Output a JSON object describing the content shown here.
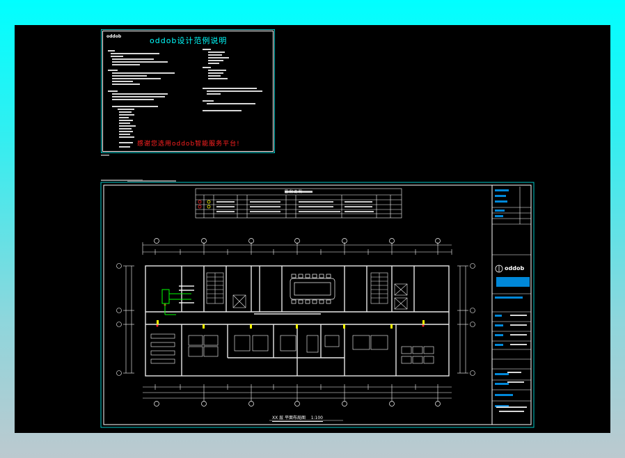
{
  "notes_sheet": {
    "title": "oddob设计范例说明",
    "logo": "oddob",
    "notice": "感谢您选用oddob智能服务平台!"
  },
  "drawing": {
    "caption": "XX 层 平面布局图",
    "scale": "1:100",
    "legend_title": "图 例 说 明",
    "title_block_logo": "oddob"
  },
  "colors": {
    "background": "#000000",
    "frame": "#00c8c8",
    "walls": "#e8e8e8",
    "notice": "#ff2020",
    "accent": "#00ffff",
    "furniture": "#ffffff",
    "fixture": "#ffff00",
    "highlight": "#00ff00",
    "title_block_fill": "#00a0ff"
  }
}
